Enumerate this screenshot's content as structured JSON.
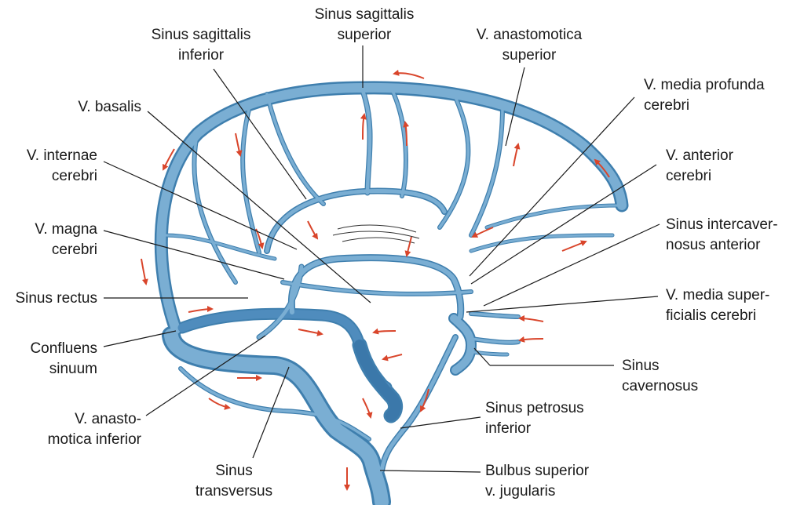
{
  "labels": {
    "sinus_sagittalis_superior": [
      "Sinus sagittalis",
      "superior"
    ],
    "sinus_sagittalis_inferior": [
      "Sinus sagittalis",
      "inferior"
    ],
    "v_anastomotica_superior": [
      "V. anastomotica",
      "superior"
    ],
    "v_media_profunda_cerebri": [
      "V. media profunda",
      "cerebri"
    ],
    "v_basalis": [
      "V. basalis"
    ],
    "v_internae_cerebri": [
      "V. internae",
      "cerebri"
    ],
    "v_anterior_cerebri": [
      "V. anterior",
      "cerebri"
    ],
    "v_magna_cerebri": [
      "V. magna",
      "cerebri"
    ],
    "sinus_intercavernosus_anterior": [
      "Sinus intercaver-",
      "nosus anterior"
    ],
    "sinus_rectus": [
      "Sinus rectus"
    ],
    "v_media_superficialis_cerebri": [
      "V. media super-",
      "ficialis cerebri"
    ],
    "confluens_sinuum": [
      "Confluens",
      "sinuum"
    ],
    "sinus_cavernosus": [
      "Sinus",
      "cavernosus"
    ],
    "sinus_petrosus_inferior": [
      "Sinus petrosus",
      "inferior"
    ],
    "v_anastomotica_inferior": [
      "V. anasto-",
      "motica inferior"
    ],
    "sinus_transversus": [
      "Sinus",
      "transversus"
    ],
    "bulbus_superior_v_jugularis": [
      "Bulbus superior",
      "v. jugularis"
    ]
  },
  "colors": {
    "vein_fill": "#7aaed3",
    "vein_outline": "#3f7fae",
    "vein_dark": "#3b78aa",
    "arrow": "#d9452b",
    "leader": "#1a1a1a"
  }
}
